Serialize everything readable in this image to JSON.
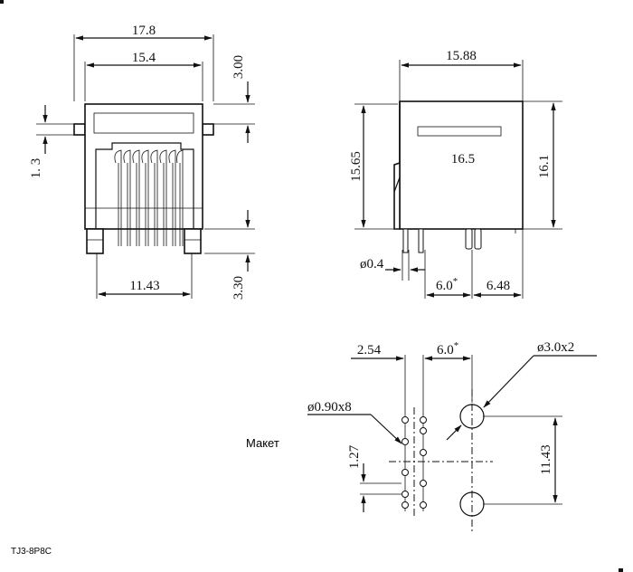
{
  "front_view": {
    "width_outer": "17.8",
    "width_inner": "15.4",
    "top_offset": "3.00",
    "tab_height": "1. 3",
    "pin_span": "11.43",
    "pin_length": "3.30"
  },
  "side_view": {
    "top_width": "15.88",
    "body_depth": "16.5",
    "left_height": "15.65",
    "right_height": "16.1",
    "post_dia": "ø0.4",
    "pin_spacing": "6.0",
    "pin_spacing_mark": "*",
    "rear_offset": "6.48"
  },
  "pcb_layout": {
    "pitch": "2.54",
    "row_spacing": "6.0",
    "row_spacing_mark": "*",
    "mount_holes": "ø3.0x2",
    "pin_holes": "ø0.90x8",
    "row_pitch": "1.27",
    "hole_span": "11.43"
  },
  "layout_label": "Макет",
  "part_number": "TJ3-8P8C"
}
